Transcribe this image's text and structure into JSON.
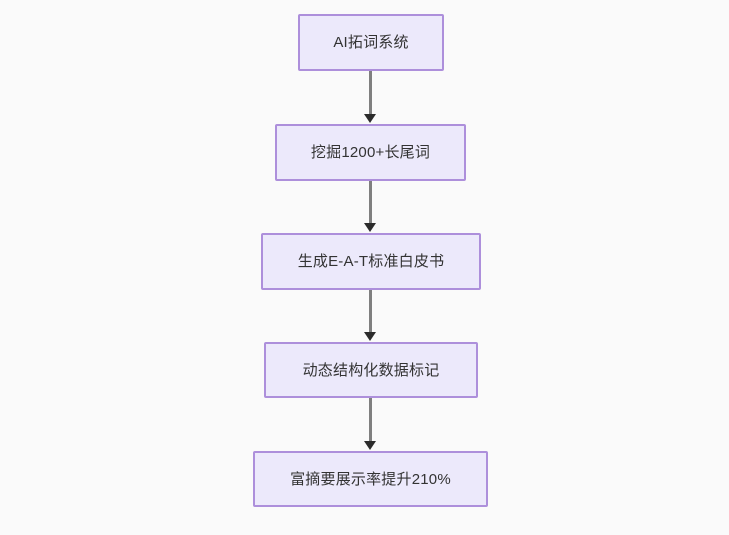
{
  "diagram": {
    "type": "flowchart",
    "direction": "top-to-bottom",
    "background_color": "#fafafa",
    "node_fill_color": "#ece9fb",
    "node_border_color": "#ad8fdb",
    "node_text_color": "#333333",
    "edge_color": "#7f7f7f",
    "arrowhead_color": "#2b2b2b",
    "nodes": [
      {
        "id": "n1",
        "label": "AI拓词系统"
      },
      {
        "id": "n2",
        "label": "挖掘1200+长尾词"
      },
      {
        "id": "n3",
        "label": "生成E-A-T标准白皮书"
      },
      {
        "id": "n4",
        "label": "动态结构化数据标记"
      },
      {
        "id": "n5",
        "label": "富摘要展示率提升210%"
      }
    ],
    "edges": [
      {
        "id": "e1",
        "from": "n1",
        "to": "n2",
        "label": ""
      },
      {
        "id": "e2",
        "from": "n2",
        "to": "n3",
        "label": ""
      },
      {
        "id": "e3",
        "from": "n3",
        "to": "n4",
        "label": ""
      },
      {
        "id": "e4",
        "from": "n4",
        "to": "n5",
        "label": ""
      }
    ]
  }
}
